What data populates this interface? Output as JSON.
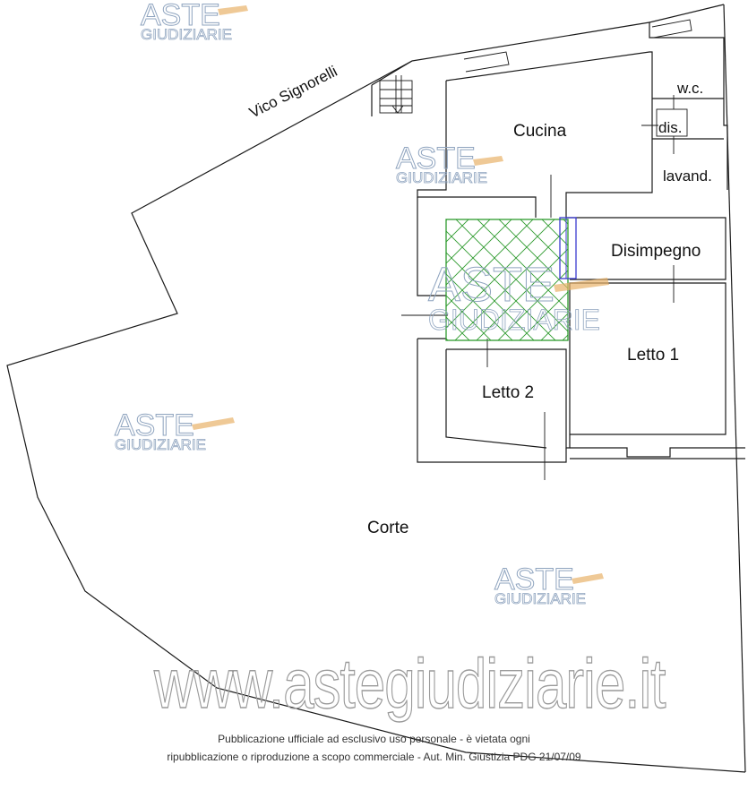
{
  "rooms": {
    "cucina": "Cucina",
    "wc": "w.c.",
    "dis": "dis.",
    "lavand": "lavand.",
    "disimpegno": "Disimpegno",
    "letto1": "Letto 1",
    "letto2": "Letto 2",
    "corte": "Corte"
  },
  "street": "Vico Signorelli",
  "watermark": {
    "title": "ASTE",
    "subtitle": "GIUDIZIARIE",
    "url": "www.astegiudiziarie.it"
  },
  "footer": {
    "line1": "Pubblicazione ufficiale ad esclusivo uso personale - è vietata ogni",
    "line2": "ripubblicazione o riproduzione a scopo commerciale - Aut. Min. Giustizia PDG 21/07/09"
  },
  "colors": {
    "hatch": "#2e9a2e",
    "window_mark": "#3a3ad0",
    "watermark": "#8fa4bf",
    "gavel": "#e8b26a"
  }
}
